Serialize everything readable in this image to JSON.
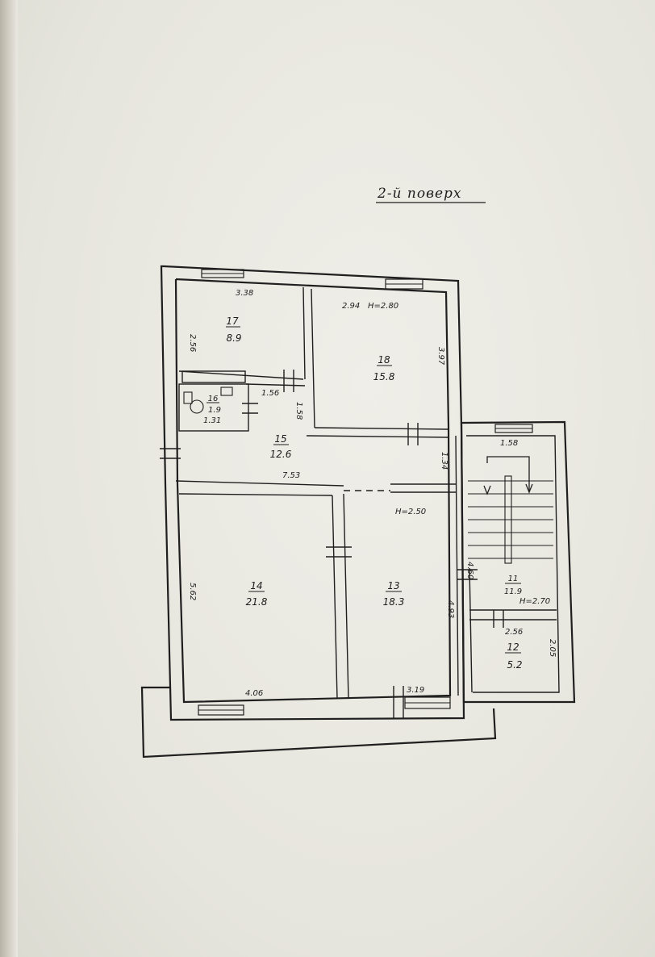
{
  "floor_title": "2-й поверх",
  "rooms": [
    {
      "id": "17",
      "number": "17",
      "area": "8.9"
    },
    {
      "id": "18",
      "number": "18",
      "area": "15.8"
    },
    {
      "id": "16",
      "number": "16",
      "area": "1.9"
    },
    {
      "id": "15",
      "number": "15",
      "area": "12.6"
    },
    {
      "id": "14",
      "number": "14",
      "area": "21.8"
    },
    {
      "id": "13",
      "number": "13",
      "area": "18.3"
    },
    {
      "id": "11",
      "number": "11",
      "area": "11.9"
    },
    {
      "id": "12",
      "number": "12",
      "area": "5.2"
    }
  ],
  "dimensions": {
    "r17_width": "3.38",
    "r17_height": "2.56",
    "r18_width": "2.94",
    "r18_ceiling": "H=2.80",
    "r18_height": "3.97",
    "r16_width": "1.31",
    "hall_small": "1.56",
    "hall_door": "1.58",
    "hall_length": "7.53",
    "hall_height": "1.34",
    "r13_ceiling": "H=2.50",
    "r13_height": "4.93",
    "r14_height": "5.62",
    "r14_width": "4.06",
    "r13_width": "3.19",
    "stair_width": "1.58",
    "r11_height": "4.60",
    "r11_ceiling": "H=2.70",
    "r12_width": "2.56",
    "r12_height": "2.05"
  }
}
